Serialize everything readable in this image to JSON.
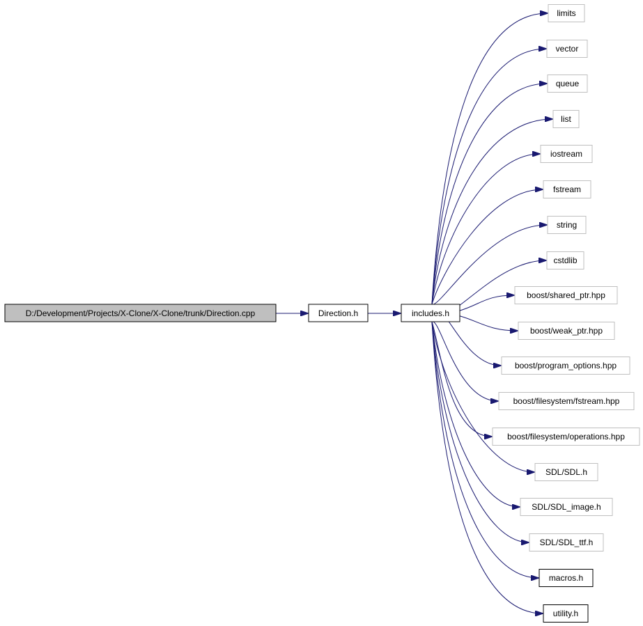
{
  "graph": {
    "root": "D:/Development/Projects/X-Clone/X-Clone/trunk/Direction.cpp",
    "header": "Direction.h",
    "hub": "includes.h",
    "includes": [
      {
        "label": "limits",
        "documented": false
      },
      {
        "label": "vector",
        "documented": false
      },
      {
        "label": "queue",
        "documented": false
      },
      {
        "label": "list",
        "documented": false
      },
      {
        "label": "iostream",
        "documented": false
      },
      {
        "label": "fstream",
        "documented": false
      },
      {
        "label": "string",
        "documented": false
      },
      {
        "label": "cstdlib",
        "documented": false
      },
      {
        "label": "boost/shared_ptr.hpp",
        "documented": false
      },
      {
        "label": "boost/weak_ptr.hpp",
        "documented": false
      },
      {
        "label": "boost/program_options.hpp",
        "documented": false
      },
      {
        "label": "boost/filesystem/fstream.hpp",
        "documented": false
      },
      {
        "label": "boost/filesystem/operations.hpp",
        "documented": false
      },
      {
        "label": "SDL/SDL.h",
        "documented": false
      },
      {
        "label": "SDL/SDL_image.h",
        "documented": false
      },
      {
        "label": "SDL/SDL_ttf.h",
        "documented": false
      },
      {
        "label": "macros.h",
        "documented": true
      },
      {
        "label": "utility.h",
        "documented": true
      }
    ],
    "colors": {
      "edge": "#191970",
      "root_fill": "#bfbfbf",
      "documented_border": "#000000",
      "external_border": "#bfbfbf"
    }
  }
}
